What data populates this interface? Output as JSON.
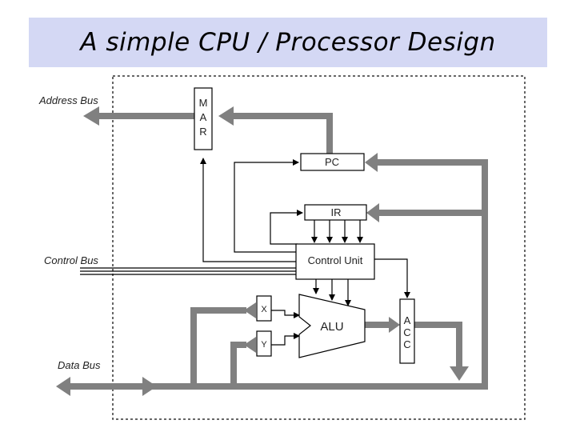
{
  "title": "A simple CPU / Processor Design",
  "diagram": {
    "external_buses": {
      "address": "Address Bus",
      "control": "Control Bus",
      "data": "Data Bus"
    },
    "components": {
      "mar": [
        "M",
        "A",
        "R"
      ],
      "pc": "PC",
      "ir": "IR",
      "control_unit": "Control Unit",
      "alu": "ALU",
      "x": "X",
      "y": "Y",
      "acc": [
        "A",
        "C",
        "C"
      ]
    },
    "colors": {
      "title_background": "#d4d8f4",
      "thick_bus": "#808080",
      "lines": "#000000"
    }
  }
}
